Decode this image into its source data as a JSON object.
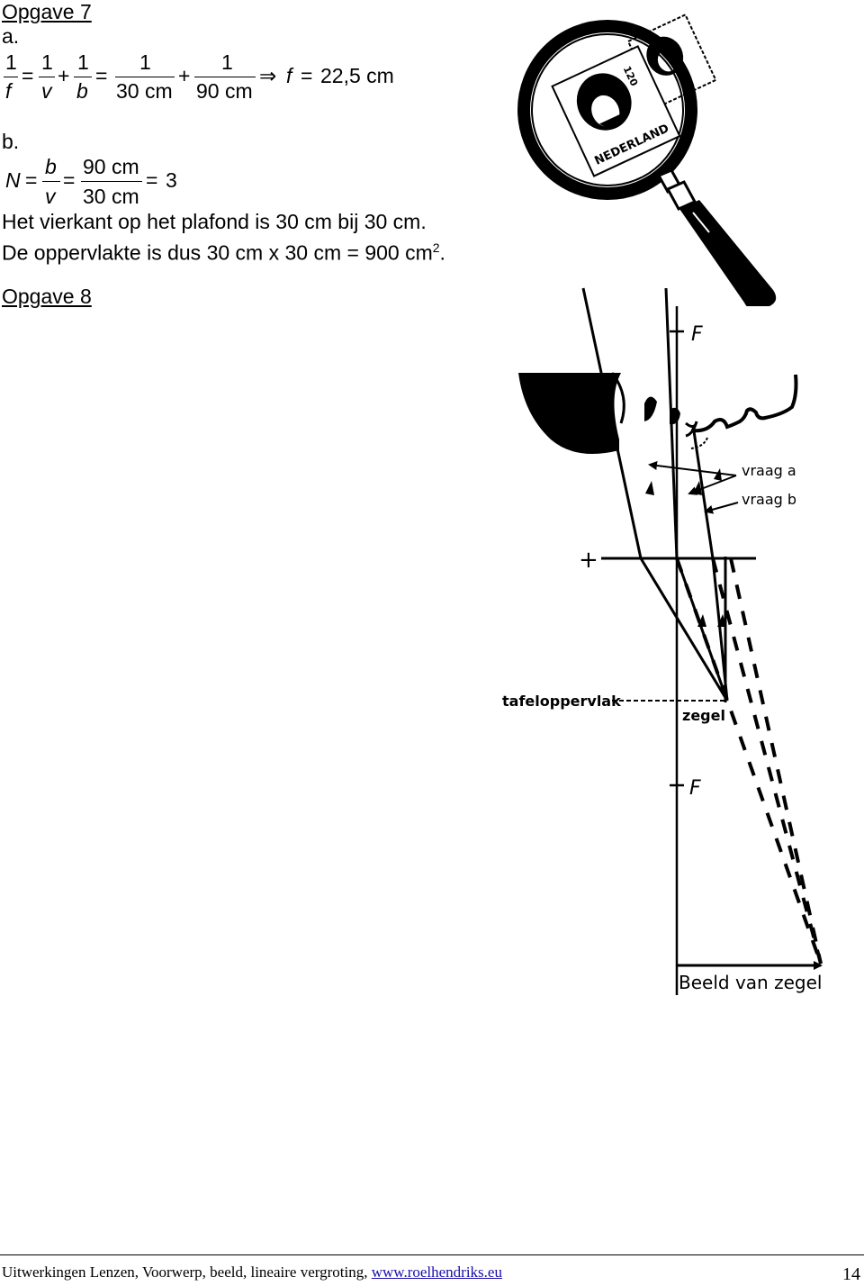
{
  "opgave7": {
    "heading": "Opgave 7",
    "part_a_label": "a.",
    "eq_a": {
      "num1": "1",
      "den1": "f",
      "num2": "1",
      "den2": "v",
      "num3": "1",
      "den3": "b",
      "num4": "1",
      "den4": "30 cm",
      "num5": "1",
      "den5": "90 cm",
      "eq": "=",
      "plus": "+",
      "implies": "⇒",
      "result_var": "f",
      "result_val": "22,5 cm"
    },
    "part_b_label": "b.",
    "eq_b": {
      "lhs": "N",
      "eq": "=",
      "num1": "b",
      "den1": "v",
      "num2": "90 cm",
      "den2": "30 cm",
      "result": "3"
    },
    "line1": "Het vierkant op het plafond is 30 cm bij 30 cm.",
    "line2_main": "De oppervlakte is dus 30 cm x 30 cm = 900 cm",
    "line2_sup": "2",
    "line2_end": "."
  },
  "opgave8": {
    "heading": "Opgave 8",
    "diagram": {
      "label_f_top": "F",
      "label_f_bottom": "F",
      "label_plus": "+",
      "label_vraag_a": "vraag a",
      "label_vraag_b": "vraag b",
      "label_tafel": "tafeloppervlak",
      "label_zegel": "zegel",
      "label_beeld": "Beeld van zegel"
    }
  },
  "illustration": {
    "stamp_text": "NEDERLAND",
    "stamp_value": "120"
  },
  "footer": {
    "text": "Uitwerkingen Lenzen, Voorwerp, beeld, lineaire vergroting, ",
    "link": "www.roelhendriks.eu",
    "page_number": "14"
  },
  "colors": {
    "ink": "#000000",
    "link": "#1a0dab"
  }
}
